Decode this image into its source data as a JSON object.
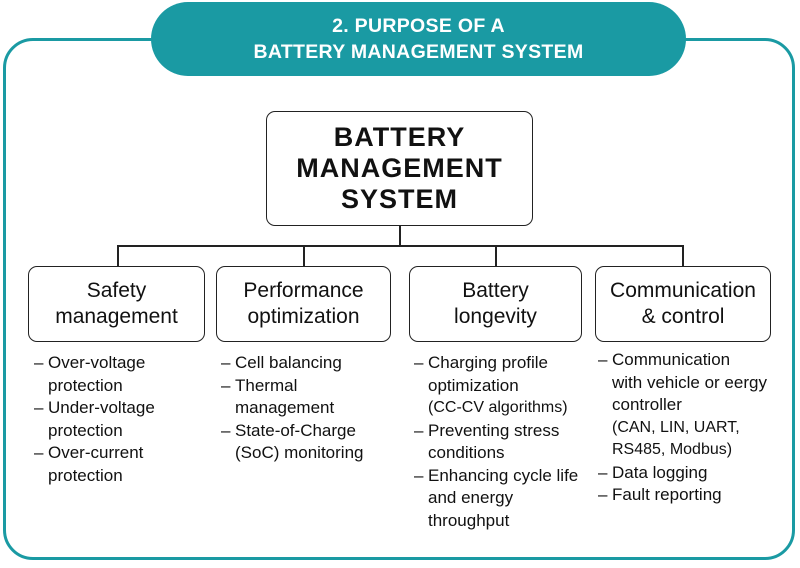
{
  "title": {
    "line1": "2. PURPOSE OF A",
    "line2": "BATTERY MANAGEMENT SYSTEM"
  },
  "main_box": {
    "line1": "BATTERY",
    "line2": "MANAGEMENT",
    "line3": "SYSTEM"
  },
  "colors": {
    "accent": "#1a9aa3",
    "border": "#222222"
  },
  "categories": [
    {
      "title_lines": [
        "Safety",
        "management"
      ],
      "items": [
        [
          "Over-voltage",
          "protection"
        ],
        [
          "Under-voltage",
          "protection"
        ],
        [
          "Over-current",
          "protection"
        ]
      ]
    },
    {
      "title_lines": [
        "Performance",
        "optimization"
      ],
      "items": [
        [
          "Cell balancing"
        ],
        [
          "Thermal",
          "management"
        ],
        [
          "State-of-Charge",
          "(SoC) monitoring"
        ]
      ]
    },
    {
      "title_lines": [
        "Battery",
        "longevity"
      ],
      "items": [
        [
          "Charging profile",
          "optimization",
          "(CC-CV algorithms)"
        ],
        [
          "Preventing stress",
          "conditions"
        ],
        [
          "Enhancing cycle life",
          "and energy",
          "throughput"
        ]
      ]
    },
    {
      "title_lines": [
        "Communication",
        "& control"
      ],
      "items": [
        [
          "Communication",
          "with vehicle or eergy",
          "controller",
          "(CAN, LIN, UART,",
          "RS485, Modbus)"
        ],
        [
          "Data logging"
        ],
        [
          "Fault reporting"
        ]
      ]
    }
  ]
}
